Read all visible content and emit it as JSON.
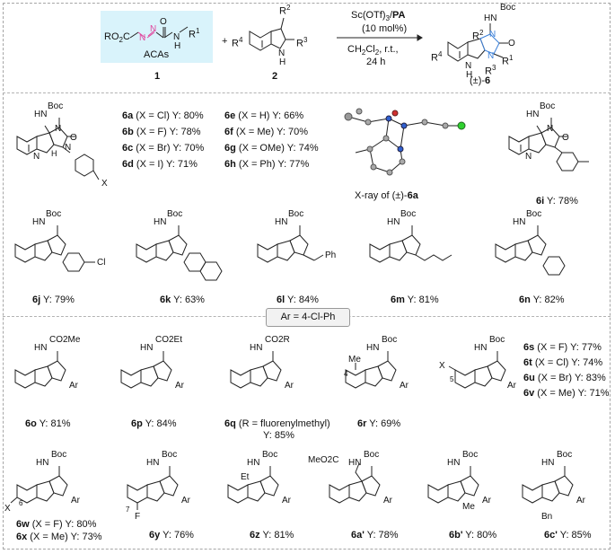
{
  "reaction": {
    "reagent1_formula_prefix": "RO",
    "reagent1_formula_sub": "2",
    "reagent1_formula_c": "C",
    "reagent1_n1": "N",
    "reagent1_n2": "N",
    "reagent1_carbonyl_o": "O",
    "reagent1_nh": "N",
    "reagent1_h": "H",
    "reagent1_r": "R",
    "reagent1_r_sup": "1",
    "reagent1_name": "ACAs",
    "reagent1_number": "1",
    "plus": "+",
    "reagent2_r2": "R",
    "reagent2_r2_sup": "2",
    "reagent2_r3": "R",
    "reagent2_r3_sup": "3",
    "reagent2_r4": "R",
    "reagent2_r4_sup": "4",
    "reagent2_nh": "N",
    "reagent2_h": "H",
    "reagent2_number": "2",
    "conditions_line1_prefix": "Sc(OTf)",
    "conditions_line1_sub": "3",
    "conditions_line1_slash": "/",
    "conditions_line1_pa": "PA",
    "conditions_line2": "(10 mol%)",
    "conditions_line3_prefix": "CH",
    "conditions_line3_sub1": "2",
    "conditions_line3_mid": "Cl",
    "conditions_line3_sub2": "2",
    "conditions_line3_suffix": ", r.t.,",
    "conditions_line4": "24 h",
    "product_boc": "Boc",
    "product_hn": "HN",
    "product_r2": "R",
    "product_r2_sup": "2",
    "product_n_top": "N",
    "product_o": "O",
    "product_n_right": "N",
    "product_r1": "R",
    "product_r1_sup": "1",
    "product_r3": "R",
    "product_r3_sup": "3",
    "product_r4": "R",
    "product_r4_sup": "4",
    "product_nh": "N",
    "product_h": "H",
    "product_label_prefix": "(±)-",
    "product_label_num": "6"
  },
  "row1": {
    "yields": [
      {
        "id": "6a",
        "text": " (X = Cl) Y: 80%"
      },
      {
        "id": "6b",
        "text": " (X = F) Y: 78%"
      },
      {
        "id": "6c",
        "text": " (X = Br) Y: 70%"
      },
      {
        "id": "6d",
        "text": " (X = I) Y: 71%"
      },
      {
        "id": "6e",
        "text": " (X = H) Y: 66%"
      },
      {
        "id": "6f",
        "text": " (X = Me) Y: 70%"
      },
      {
        "id": "6g",
        "text": " (X = OMe) Y: 74%"
      },
      {
        "id": "6h",
        "text": " (X = Ph) Y: 77%"
      }
    ],
    "xray_caption_prefix": "X-ray of (±)-",
    "xray_caption_id": "6a",
    "s6i_id": "6i",
    "s6i_yield": " Y: 78%",
    "struct_x_label": "X"
  },
  "row2": [
    {
      "id": "6j",
      "yield": " Y: 79%",
      "sub": "Cl"
    },
    {
      "id": "6k",
      "yield": " Y: 63%",
      "sub": ""
    },
    {
      "id": "6l",
      "yield": " Y: 84%",
      "sub": "Ph"
    },
    {
      "id": "6m",
      "yield": " Y: 81%",
      "sub": ""
    },
    {
      "id": "6n",
      "yield": " Y: 82%",
      "sub": ""
    }
  ],
  "ar_label": "Ar = 4-Cl-Ph",
  "row3": {
    "o": {
      "id": "6o",
      "yield": " Y: 81%",
      "group": "CO2Me"
    },
    "p": {
      "id": "6p",
      "yield": " Y: 84%",
      "group": "CO2Et"
    },
    "q": {
      "id": "6q",
      "line1": " (R = fluorenylmethyl)",
      "line2": "Y: 85%",
      "group": "CO2R"
    },
    "r": {
      "id": "6r",
      "yield": " Y: 69%",
      "me": "Me",
      "pos": "4"
    },
    "x5": {
      "x": "X",
      "pos": "5"
    },
    "yields": [
      {
        "id": "6s",
        "text": " (X = F) Y: 77%"
      },
      {
        "id": "6t",
        "text": " (X = Cl) Y: 74%"
      },
      {
        "id": "6u",
        "text": " (X = Br) Y: 83%"
      },
      {
        "id": "6v",
        "text": " (X = Me) Y: 71%"
      }
    ]
  },
  "row4": {
    "w": {
      "id": "6w",
      "text": " (X = F) Y: 80%"
    },
    "x": {
      "id": "6x",
      "text": " (X = Me) Y: 73%"
    },
    "x6": {
      "x": "X",
      "pos": "6"
    },
    "y": {
      "id": "6y",
      "yield": " Y: 76%",
      "f": "F",
      "pos": "7"
    },
    "z": {
      "id": "6z",
      "yield": " Y: 81%",
      "et": "Et"
    },
    "a2": {
      "id": "6a'",
      "yield": " Y: 78%",
      "ester": "MeO2C"
    },
    "b2": {
      "id": "6b'",
      "yield": " Y: 80%",
      "me": "Me"
    },
    "c2": {
      "id": "6c'",
      "yield": " Y: 85%",
      "bn": "Bn"
    }
  },
  "common": {
    "boc": "Boc",
    "hn": "HN",
    "n": "N",
    "o": "O",
    "nh": "N",
    "h": "H",
    "ar": "Ar",
    "hn_nh": "H"
  },
  "colors": {
    "reaction_box": "#d9f3fb",
    "azo_pink": "#e0479e",
    "product_blue": "#3a7fd8",
    "xray_green": "#2fd12f"
  }
}
